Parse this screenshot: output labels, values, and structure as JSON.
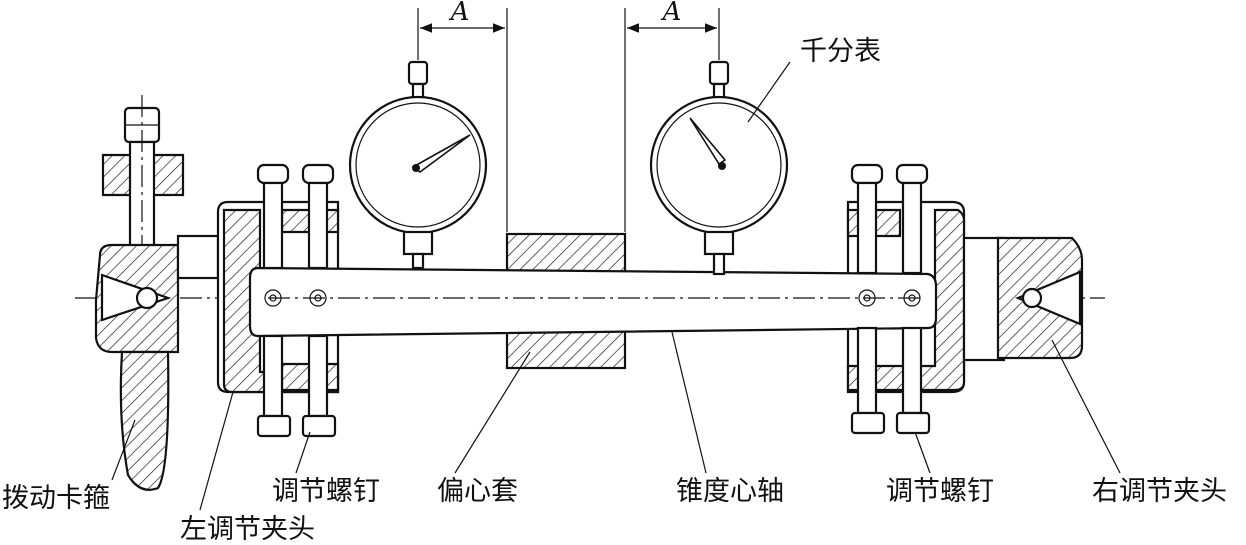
{
  "labels": {
    "dial_gauge": "千分表",
    "driver_clamp": "拨动卡箍",
    "left_clamp_head": "左调节夹头",
    "adjust_screw_left": "调节螺钉",
    "eccentric_sleeve": "偏心套",
    "taper_mandrel": "锥度心轴",
    "adjust_screw_right": "调节螺钉",
    "right_clamp_head": "右调节夹头"
  },
  "dimensions": {
    "left_offset": "A",
    "right_offset": "A"
  }
}
